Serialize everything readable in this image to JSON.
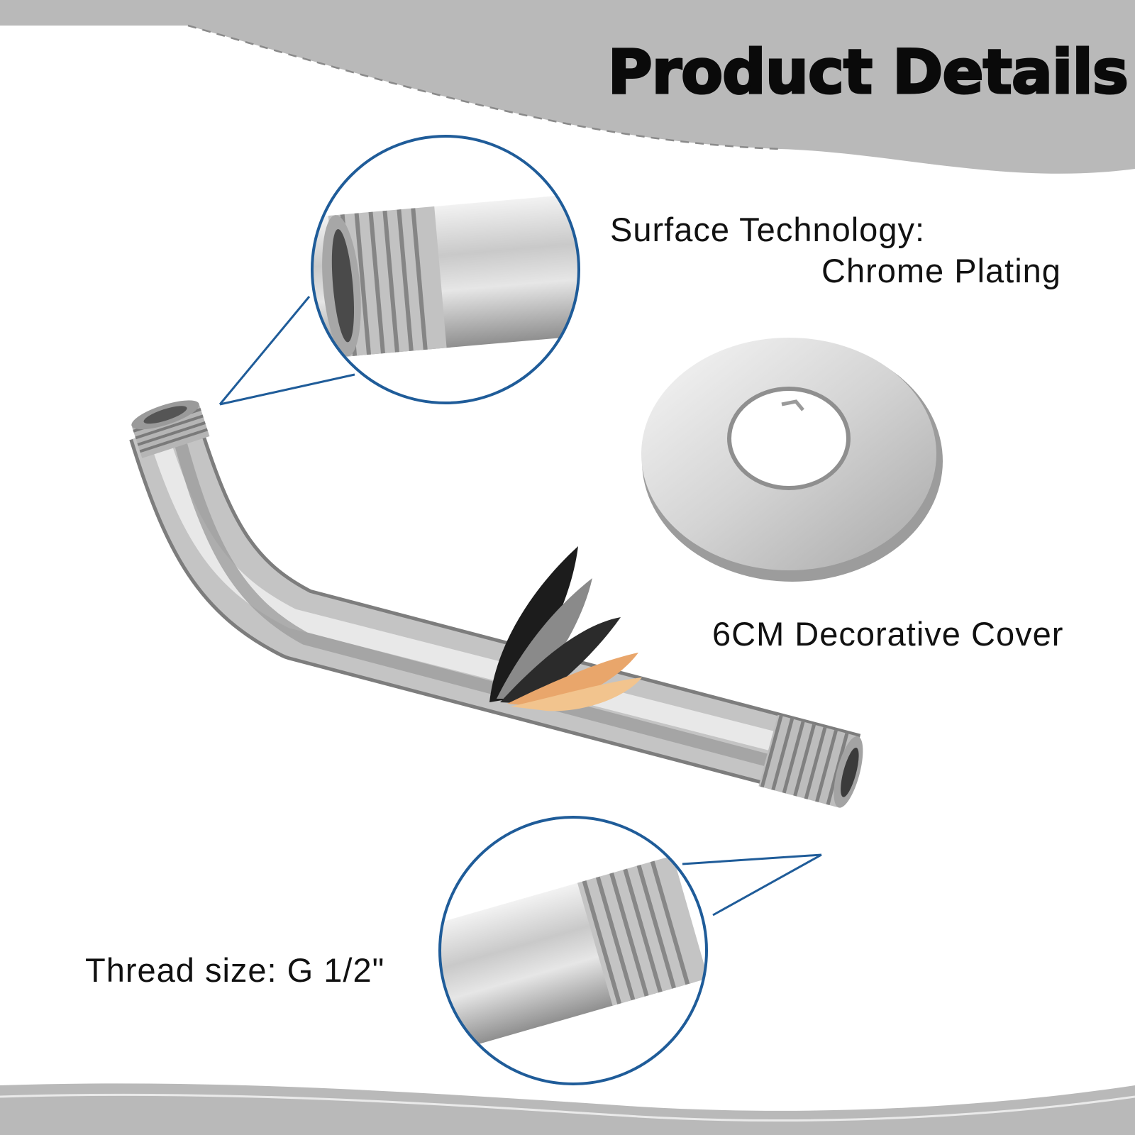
{
  "header": {
    "title": "Product Details"
  },
  "features": {
    "surface_label": "Surface Technology:",
    "surface_value": "Chrome Plating",
    "cover": "6CM Decorative Cover",
    "thread": "Thread size: G 1/2\""
  },
  "colors": {
    "banner_gray": "#b9b9b9",
    "callout_blue": "#1f5c99",
    "steel": "#bdbdbd",
    "chrome": "#d8d8d8",
    "text": "#111111"
  },
  "icons": [
    "shower-arm",
    "thread-detail-magnifier",
    "decorative-flange",
    "plating-layers"
  ]
}
